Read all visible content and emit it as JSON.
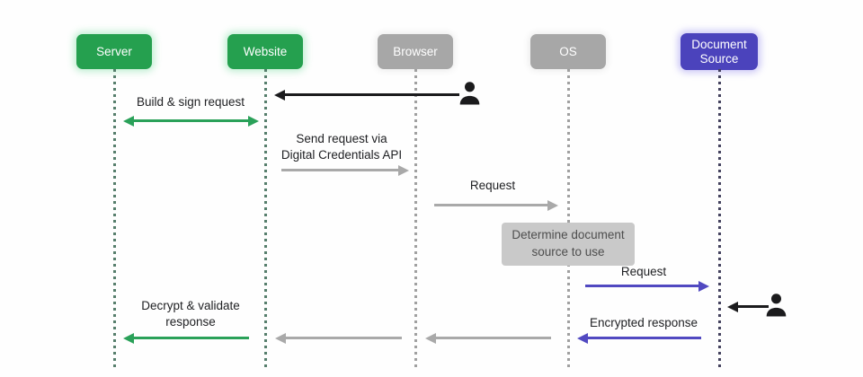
{
  "actors": [
    {
      "id": "server",
      "label": "Server",
      "color": "#25a04f"
    },
    {
      "id": "website",
      "label": "Website",
      "color": "#25a04f"
    },
    {
      "id": "browser",
      "label": "Browser",
      "color": "#a7a7a7"
    },
    {
      "id": "os",
      "label": "OS",
      "color": "#a7a7a7"
    },
    {
      "id": "document-source",
      "label": "Document Source",
      "color": "#4b43bc"
    }
  ],
  "messages": {
    "build_sign": {
      "from": "Server",
      "to": "Website",
      "label": "Build & sign request"
    },
    "send_request": {
      "from": "Website",
      "to": "Browser",
      "label": "Send request via Digital Credentials API"
    },
    "request_to_os": {
      "from": "Browser",
      "to": "OS",
      "label": "Request"
    },
    "determine_note": {
      "on": "OS",
      "label": "Determine document source to use"
    },
    "request_to_source": {
      "from": "OS",
      "to": "Document Source",
      "label": "Request"
    },
    "encrypted_response": {
      "from": "Document Source",
      "to": "OS",
      "label": "Encrypted response"
    },
    "decrypt_validate": {
      "from": "Website",
      "to": "Server",
      "label": "Decrypt & validate response"
    }
  },
  "icons": [
    {
      "name": "user-icon",
      "meaning": "user gesture toward website"
    },
    {
      "name": "user-icon",
      "meaning": "user interaction with document source"
    }
  ],
  "colors": {
    "actor_green": "#25a04f",
    "actor_gray": "#a7a7a7",
    "actor_purple": "#4b43bc",
    "arrow_green": "#2aa159",
    "arrow_gray": "#a9a9a9",
    "arrow_purple": "#5149c1",
    "arrow_black": "#1b1b1d",
    "note_bg": "#c9c9c9"
  }
}
